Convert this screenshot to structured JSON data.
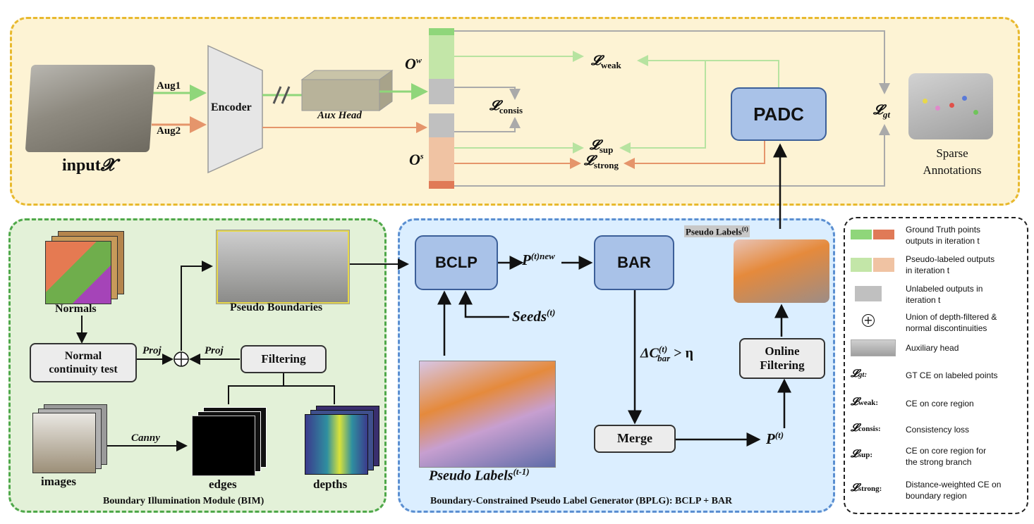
{
  "top": {
    "input_label": "input",
    "input_symbol": "𝓧",
    "aug1": "Aug1",
    "aug2": "Aug2",
    "encoder": "Encoder",
    "aux_head": "Aux Head",
    "o_w": "O",
    "o_w_sup": "w",
    "o_s": "O",
    "o_s_sup": "s",
    "l_weak": "weak",
    "l_consis": "consis",
    "l_sup": "sup",
    "l_strong": "strong",
    "l_gt": "gt",
    "l_symbol": "𝓛",
    "padc": "PADC",
    "sparse_annotations": "Sparse\nAnnotations"
  },
  "bim": {
    "normals": "Normals",
    "normal_test": "Normal\ncontinuity test",
    "proj_left": "Proj",
    "proj_right": "Proj",
    "filtering": "Filtering",
    "pseudo_boundaries": "Pseudo Boundaries",
    "canny": "Canny",
    "images": "images",
    "edges": "edges",
    "depths": "depths",
    "caption": "Boundary Illumination Module (BIM)"
  },
  "bplg": {
    "bclp": "BCLP",
    "p_new": "P",
    "p_new_sup": "(t)new",
    "bar": "BAR",
    "seeds": "Seeds",
    "seeds_sup": "(t)",
    "pseudo_prev": "Pseudo Labels",
    "pseudo_prev_sup": "(t-1)",
    "delta_c": "ΔC",
    "delta_c_sup": "(t)",
    "delta_c_sub": "bar",
    "delta_c_rhs": " > η",
    "merge": "Merge",
    "p_t": "P",
    "p_t_sup": "(t)",
    "online_filtering": "Online\nFiltering",
    "pseudo_labels_t": "Pseudo Labels",
    "pseudo_labels_t_sup": "(t)",
    "caption": "Boundary-Constrained Pseudo Label Generator (BPLG): BCLP + BAR"
  },
  "legend": {
    "items": [
      {
        "text": "Ground Truth points\noutputs in iteration t"
      },
      {
        "text": "Pseudo-labeled outputs\nin iteration t"
      },
      {
        "text": "Unlabeled outputs in\niteration t"
      },
      {
        "text": "Union of depth-filtered &\nnormal discontinuities"
      },
      {
        "text": "Auxiliary head"
      },
      {
        "sym": "gt:",
        "text": "GT CE on labeled points"
      },
      {
        "sym": "weak:",
        "text": "CE on core region"
      },
      {
        "sym": "consis:",
        "text": "Consistency loss"
      },
      {
        "sym": "sup:",
        "text": "CE on core region for\nthe strong branch"
      },
      {
        "sym": "strong:",
        "text": "Distance-weighted CE on\nboundary region"
      }
    ]
  },
  "colors": {
    "top_bg": "#fdf3d4",
    "top_border": "#e8b92e",
    "bim_bg": "#e3f1d8",
    "bim_border": "#4fa84a",
    "bplg_bg": "#dbeeff",
    "bplg_border": "#5b8fd1",
    "green": "#8fd67a",
    "light_green": "#c3e6a8",
    "orange": "#e5956b",
    "light_orange": "#f0c3a3",
    "gray": "#c0c0c0",
    "block_blue": "#a9c2e8"
  }
}
